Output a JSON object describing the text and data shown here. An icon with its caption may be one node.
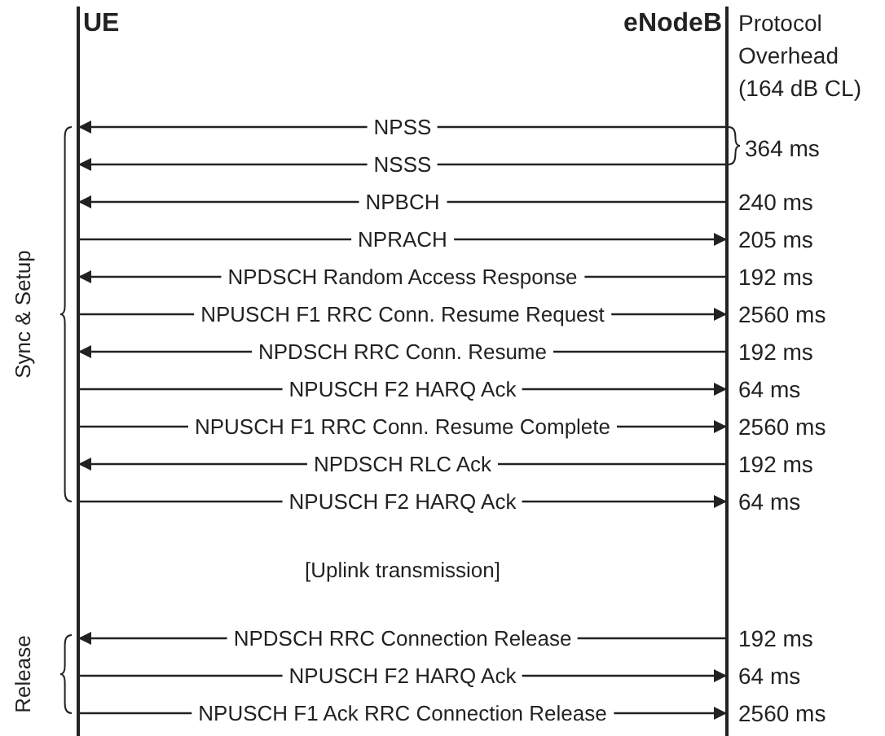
{
  "diagram": {
    "nodes": [
      {
        "text": [
          "UE"
        ]
      },
      {
        "text": [
          "eNodeB"
        ]
      }
    ],
    "edges": [
      {
        "from": 1,
        "to": 0,
        "arrow": "to",
        "label": "NPSS"
      },
      {
        "from": 1,
        "to": 0,
        "arrow": "to",
        "label": "NSSS"
      },
      {
        "from": 1,
        "to": 0,
        "arrow": "to",
        "label": "NPBCH"
      },
      {
        "from": 0,
        "to": 1,
        "arrow": "to",
        "label": "NPRACH"
      },
      {
        "from": 1,
        "to": 0,
        "arrow": "to",
        "label": "NPDSCH Random Access Response"
      },
      {
        "from": 0,
        "to": 1,
        "arrow": "to",
        "label": "NPUSCH F1 RRC Conn. Resume Request"
      },
      {
        "from": 1,
        "to": 0,
        "arrow": "to",
        "label": "NPDSCH RRC Conn. Resume"
      },
      {
        "from": 0,
        "to": 1,
        "arrow": "to",
        "label": "NPUSCH F2 HARQ Ack"
      },
      {
        "from": 0,
        "to": 1,
        "arrow": "to",
        "label": "NPUSCH F1 RRC Conn. Resume Complete"
      },
      {
        "from": 1,
        "to": 0,
        "arrow": "to",
        "label": "NPDSCH RLC Ack"
      },
      {
        "from": 0,
        "to": 1,
        "arrow": "to",
        "label": "NPUSCH F2 HARQ Ack"
      },
      {
        "from": 1,
        "to": 0,
        "arrow": "to",
        "label": "NPDSCH RRC Connection Release"
      },
      {
        "from": 0,
        "to": 1,
        "arrow": "to",
        "label": "NPUSCH F2 HARQ Ack"
      },
      {
        "from": 0,
        "to": 1,
        "arrow": "to",
        "label": "NPUSCH F1 Ack RRC Connection Release"
      }
    ],
    "labels": [
      "Protocol Overhead (164 dB CL)",
      "364 ms",
      "240 ms",
      "205 ms",
      "192 ms",
      "2560 ms",
      "192 ms",
      "64 ms",
      "2560 ms",
      "192 ms",
      "64 ms",
      "Sync & Setup",
      "[Uplink transmission]",
      "Release",
      "192 ms",
      "64 ms",
      "2560 ms"
    ]
  }
}
